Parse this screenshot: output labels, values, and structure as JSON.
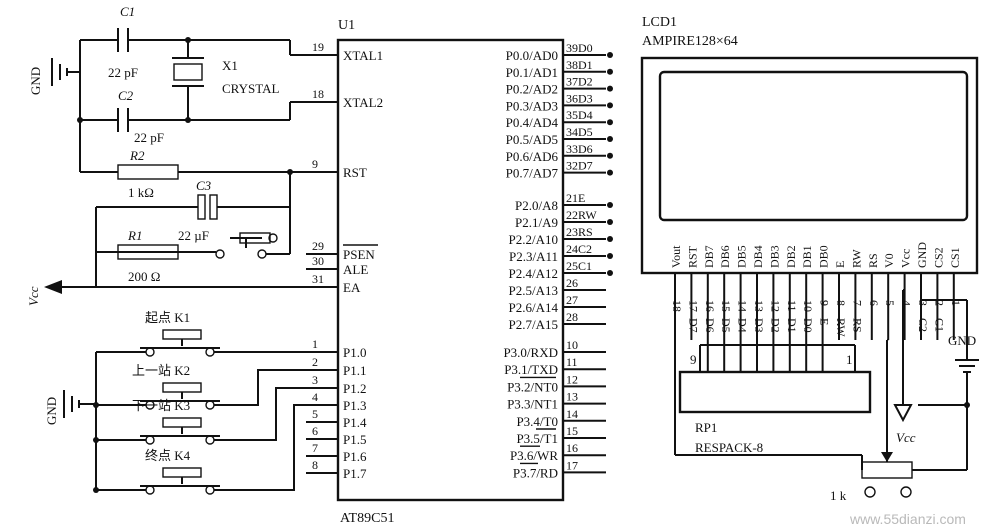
{
  "title_mcu": "U1",
  "mcu_part": "AT89C51",
  "lcd": {
    "name": "LCD1",
    "model": "AMPIRE128×64"
  },
  "crystal": {
    "ref": "X1",
    "type": "CRYSTAL"
  },
  "c1": {
    "ref": "C1",
    "value": "22 pF"
  },
  "c2": {
    "ref": "C2",
    "value": "22 pF"
  },
  "c3": {
    "ref": "C3",
    "value": "22 µF"
  },
  "r1": {
    "ref": "R1",
    "value": "200 Ω"
  },
  "r2": {
    "ref": "R2",
    "value": "1 kΩ"
  },
  "gnd_label": "GND",
  "vcc_label": "Vcc",
  "pot_value": "1 k",
  "respack": {
    "ref": "RP1",
    "type": "RESPACK-8"
  },
  "keys": [
    {
      "label": "起点 K1"
    },
    {
      "label": "上一站 K2"
    },
    {
      "label": "下一站 K3"
    },
    {
      "label": "终点 K4"
    }
  ],
  "mcu_left_pins": [
    {
      "num": "19",
      "name": "XTAL1"
    },
    {
      "num": "18",
      "name": "XTAL2"
    },
    {
      "num": "9",
      "name": "RST"
    },
    {
      "num": "29",
      "name": "PSEN"
    },
    {
      "num": "30",
      "name": "ALE"
    },
    {
      "num": "31",
      "name": "EA"
    },
    {
      "num": "1",
      "name": "P1.0"
    },
    {
      "num": "2",
      "name": "P1.1"
    },
    {
      "num": "3",
      "name": "P1.2"
    },
    {
      "num": "4",
      "name": "P1.3"
    },
    {
      "num": "5",
      "name": "P1.4"
    },
    {
      "num": "6",
      "name": "P1.5"
    },
    {
      "num": "7",
      "name": "P1.6"
    },
    {
      "num": "8",
      "name": "P1.7"
    }
  ],
  "mcu_right_pins": [
    {
      "num": "39",
      "name": "P0.0/AD0",
      "net": "D0"
    },
    {
      "num": "38",
      "name": "P0.1/AD1",
      "net": "D1"
    },
    {
      "num": "37",
      "name": "P0.2/AD2",
      "net": "D2"
    },
    {
      "num": "36",
      "name": "P0.3/AD3",
      "net": "D3"
    },
    {
      "num": "35",
      "name": "P0.4/AD4",
      "net": "D4"
    },
    {
      "num": "34",
      "name": "P0.5/AD5",
      "net": "D5"
    },
    {
      "num": "33",
      "name": "P0.6/AD6",
      "net": "D6"
    },
    {
      "num": "32",
      "name": "P0.7/AD7",
      "net": "D7"
    },
    {
      "num": "21",
      "name": "P2.0/A8",
      "net": "E"
    },
    {
      "num": "22",
      "name": "P2.1/A9",
      "net": "RW"
    },
    {
      "num": "23",
      "name": "P2.2/A10",
      "net": "RS"
    },
    {
      "num": "24",
      "name": "P2.3/A11",
      "net": "C2"
    },
    {
      "num": "25",
      "name": "P2.4/A12",
      "net": "C1"
    },
    {
      "num": "26",
      "name": "P2.5/A13",
      "net": ""
    },
    {
      "num": "27",
      "name": "P2.6/A14",
      "net": ""
    },
    {
      "num": "28",
      "name": "P2.7/A15",
      "net": ""
    },
    {
      "num": "10",
      "name": "P3.0/RXD",
      "net": ""
    },
    {
      "num": "11",
      "name": "P3.1/TXD",
      "net": ""
    },
    {
      "num": "12",
      "name": "P3.2/NT0",
      "net": ""
    },
    {
      "num": "13",
      "name": "P3.3/NT1",
      "net": ""
    },
    {
      "num": "14",
      "name": "P3.4/T0",
      "net": ""
    },
    {
      "num": "15",
      "name": "P3.5/T1",
      "net": ""
    },
    {
      "num": "16",
      "name": "P3.6/WR",
      "net": ""
    },
    {
      "num": "17",
      "name": "P3.7/RD",
      "net": ""
    }
  ],
  "lcd_pins": [
    {
      "name": "Vout",
      "num": "18"
    },
    {
      "name": "RST",
      "num": "17"
    },
    {
      "name": "DB7",
      "num": "16"
    },
    {
      "name": "DB6",
      "num": "15"
    },
    {
      "name": "DB5",
      "num": "14"
    },
    {
      "name": "DB4",
      "num": "13"
    },
    {
      "name": "DB3",
      "num": "12"
    },
    {
      "name": "DB2",
      "num": "11"
    },
    {
      "name": "DB1",
      "num": "10"
    },
    {
      "name": "DB0",
      "num": "9"
    },
    {
      "name": "E",
      "num": "8"
    },
    {
      "name": "RW",
      "num": "7"
    },
    {
      "name": "RS",
      "num": "6"
    },
    {
      "name": "V0",
      "num": "5"
    },
    {
      "name": "Vcc",
      "num": "4"
    },
    {
      "name": "GND",
      "num": "3"
    },
    {
      "name": "CS2",
      "num": "2"
    },
    {
      "name": "CS1",
      "num": "1"
    }
  ],
  "lcd_bus_labels": [
    "D7",
    "D6",
    "D5",
    "D4",
    "D3",
    "D2",
    "D1",
    "D0",
    "E",
    "RW",
    "RS",
    "",
    "",
    "",
    "C2",
    "C1"
  ],
  "respack_pins": {
    "left": "9",
    "right": "1"
  },
  "watermark": "www.55dianzi.com"
}
